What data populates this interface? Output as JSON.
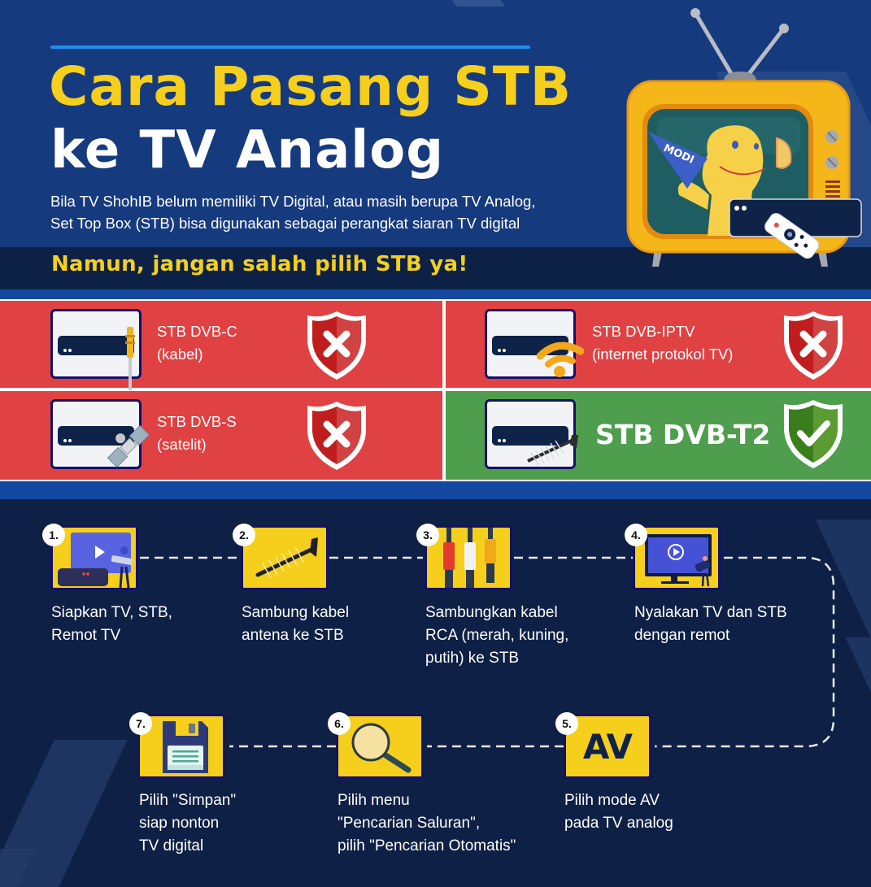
{
  "header": {
    "title_line1": "Cara Pasang STB",
    "title_line2": "ke TV Analog",
    "subtitle_line1": "Bila TV ShohIB belum memiliki TV Digital, atau masih berupa TV Analog,",
    "subtitle_line2": "Set Top Box (STB) bisa digunakan sebagai perangkat siaran TV digital",
    "warning": "Namun, jangan salah pilih STB ya!",
    "mascot_flag": "MODI"
  },
  "stb_types": [
    {
      "name": "STB DVB-C",
      "desc": "(kabel)",
      "status": "wrong",
      "icon": "cable-connector-icon"
    },
    {
      "name": "STB DVB-IPTV",
      "desc": "(internet protokol TV)",
      "status": "wrong",
      "icon": "wifi-icon"
    },
    {
      "name": "STB DVB-S",
      "desc": "(satelit)",
      "status": "wrong",
      "icon": "satellite-icon"
    },
    {
      "name": "STB DVB-T2",
      "desc": "",
      "status": "correct",
      "icon": "antenna-icon"
    }
  ],
  "steps": [
    {
      "num": "1.",
      "line1": "Siapkan TV, STB,",
      "line2": "Remot TV",
      "line3": "",
      "icon": "tv-stb-remote-icon"
    },
    {
      "num": "2.",
      "line1": "Sambung kabel",
      "line2": "antena ke STB",
      "line3": "",
      "icon": "antenna-icon"
    },
    {
      "num": "3.",
      "line1": "Sambungkan kabel",
      "line2": "RCA (merah, kuning,",
      "line3": "putih) ke STB",
      "icon": "rca-cable-icon"
    },
    {
      "num": "4.",
      "line1": "Nyalakan TV dan STB",
      "line2": "dengan remot",
      "line3": "",
      "icon": "tv-play-icon"
    },
    {
      "num": "5.",
      "line1": "Pilih mode AV",
      "line2": "pada TV analog",
      "line3": "",
      "icon": "av-icon",
      "card_text": "AV"
    },
    {
      "num": "6.",
      "line1": "Pilih menu",
      "line2": "\"Pencarian Saluran\",",
      "line3": "pilih \"Pencarian Otomatis\"",
      "icon": "magnifier-icon"
    },
    {
      "num": "7.",
      "line1": "Pilih \"Simpan\"",
      "line2": "siap nonton",
      "line3": "TV digital",
      "icon": "floppy-disk-icon"
    }
  ],
  "colors": {
    "header_bg": "#163a7e",
    "dark_navy": "#0e2045",
    "accent_yellow": "#f5cf1c",
    "accent_blue_line": "#1f8ef1",
    "wrong_red": "#e04243",
    "correct_green": "#4e9e4d",
    "strip_blue": "#1548a0"
  }
}
